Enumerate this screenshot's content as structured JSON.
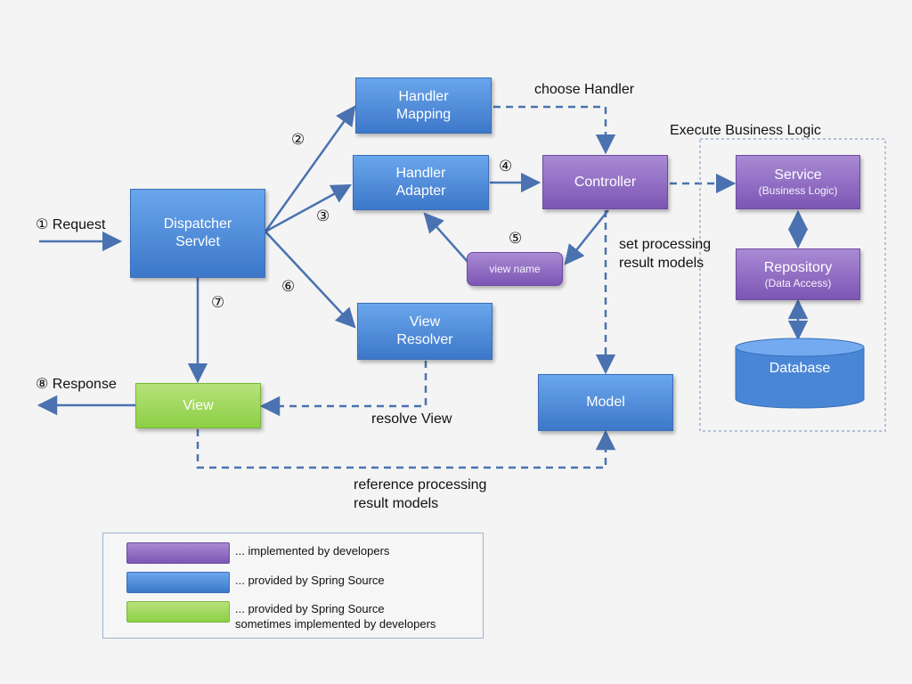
{
  "boxes": {
    "handler_mapping": "Handler\nMapping",
    "handler_adapter": "Handler\nAdapter",
    "dispatcher_servlet": "Dispatcher\nServlet",
    "controller": "Controller",
    "view_name": "view name",
    "view_resolver": "View\nResolver",
    "view": "View",
    "model": "Model",
    "service": "Service",
    "service_sub": "(Business Logic)",
    "repository": "Repository",
    "repository_sub": "(Data Access)",
    "database": "Database"
  },
  "steps": {
    "request": "① Request",
    "n2": "②",
    "n3": "③",
    "n4": "④",
    "n5": "⑤",
    "n6": "⑥",
    "n7": "⑦",
    "response": "⑧ Response"
  },
  "labels": {
    "choose_handler": "choose Handler",
    "execute_business_logic": "Execute Business Logic",
    "set_processing": "set processing\nresult models",
    "resolve_view": "resolve View",
    "reference_processing": "reference processing\nresult models"
  },
  "legend": [
    {
      "text": "... implemented by developers",
      "color": "#8a66c2"
    },
    {
      "text": "... provided by Spring Source",
      "color": "#4a86d6"
    },
    {
      "text": "... provided by Spring Source\nsometimes implemented by developers",
      "color": "#9ad456"
    }
  ],
  "colors": {
    "arrow": "#4a72b0",
    "blue": "#4a86d6",
    "purple": "#8a66c2",
    "green": "#9ad456"
  }
}
